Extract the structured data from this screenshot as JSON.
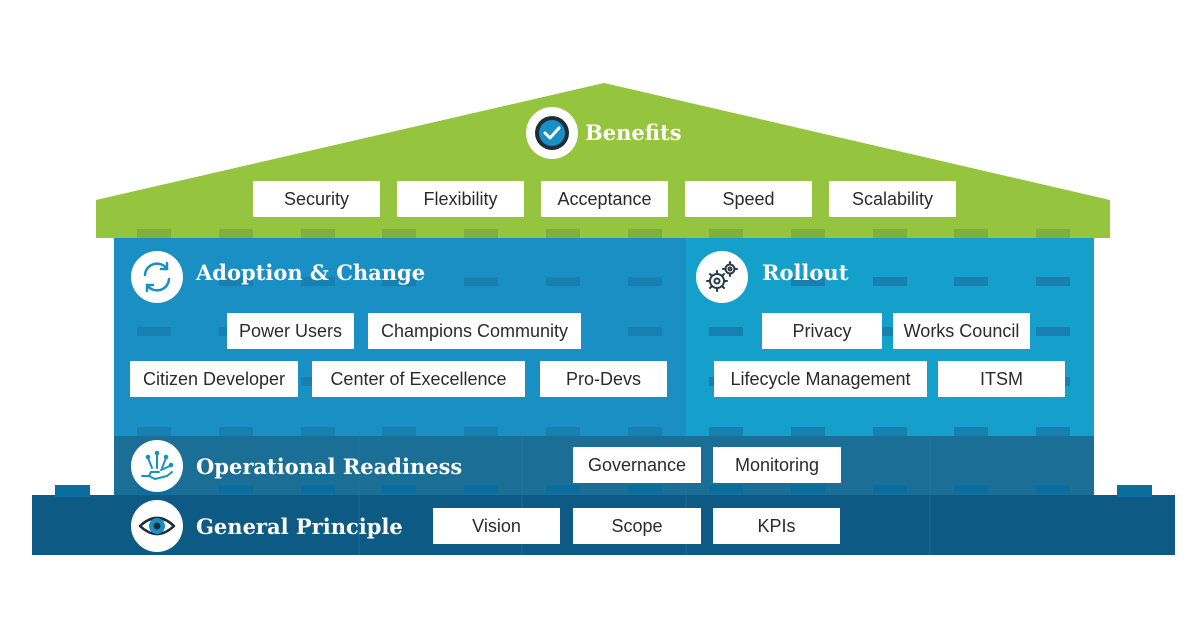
{
  "colors": {
    "roof_green": "#95c43e",
    "roof_notch": "#7fb13a",
    "wall_blue": "#1a8fc3",
    "wall_light_blue": "#15a0cc",
    "readiness_blue": "#1b6e96",
    "base_navy": "#0d5a85",
    "notch_blue": "#0b6d9d",
    "pill_bg": "#ffffff",
    "pill_text": "#2b2b2b",
    "heading_text": "#ffffff"
  },
  "benefits": {
    "title": "Benefits",
    "icon": "check-circle-icon",
    "items": [
      "Security",
      "Flexibility",
      "Acceptance",
      "Speed",
      "Scalability"
    ]
  },
  "adoption": {
    "title": "Adoption & Change",
    "icon": "refresh-icon",
    "items": [
      "Power Users",
      "Champions Community",
      "Citizen Developer",
      "Center of Execellence",
      "Pro-Devs"
    ]
  },
  "rollout": {
    "title": "Rollout",
    "icon": "gears-icon",
    "items": [
      "Privacy",
      "Works Council",
      "Lifecycle Management",
      "ITSM"
    ]
  },
  "operational": {
    "title": "Operational Readiness",
    "icon": "hand-circuit-icon",
    "items": [
      "Governance",
      "Monitoring"
    ]
  },
  "general": {
    "title": "General Principle",
    "icon": "eye-icon",
    "items": [
      "Vision",
      "Scope",
      "KPIs"
    ]
  }
}
